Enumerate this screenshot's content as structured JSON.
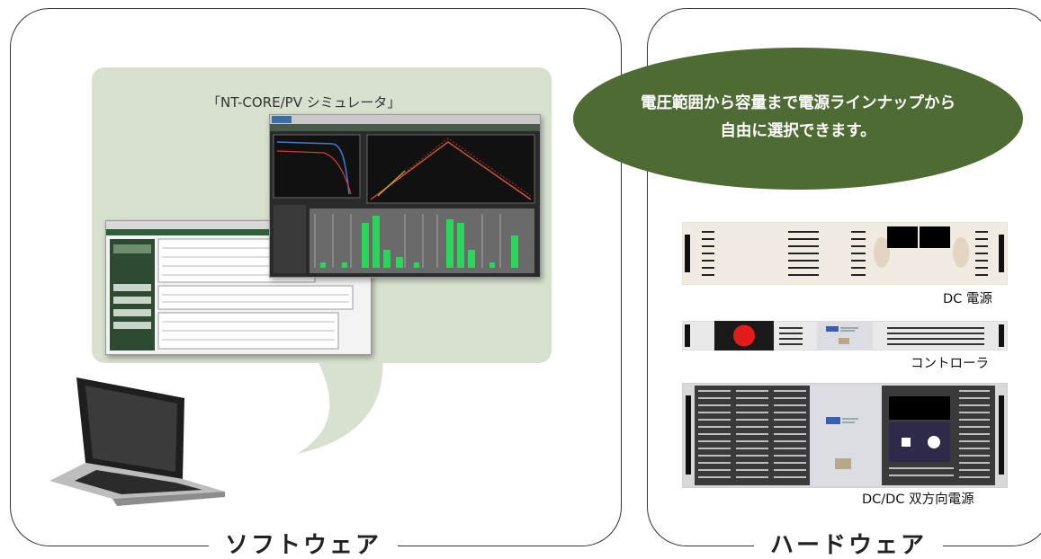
{
  "software": {
    "label": "ソフトウェア",
    "caption": "「NT-CORE/PV シミュレータ」"
  },
  "hardware": {
    "label": "ハードウェア",
    "callout_line1": "電圧範囲から容量まで電源ラインナップから",
    "callout_line2": "自由に選択できます。",
    "devices": [
      {
        "label": "DC 電源"
      },
      {
        "label": "コントローラ"
      },
      {
        "label": "DC/DC 双方向電源"
      }
    ]
  },
  "colors": {
    "bubble": "#d8e0cf",
    "ellipse": "#4f6b34",
    "panel_border": "#333333"
  }
}
